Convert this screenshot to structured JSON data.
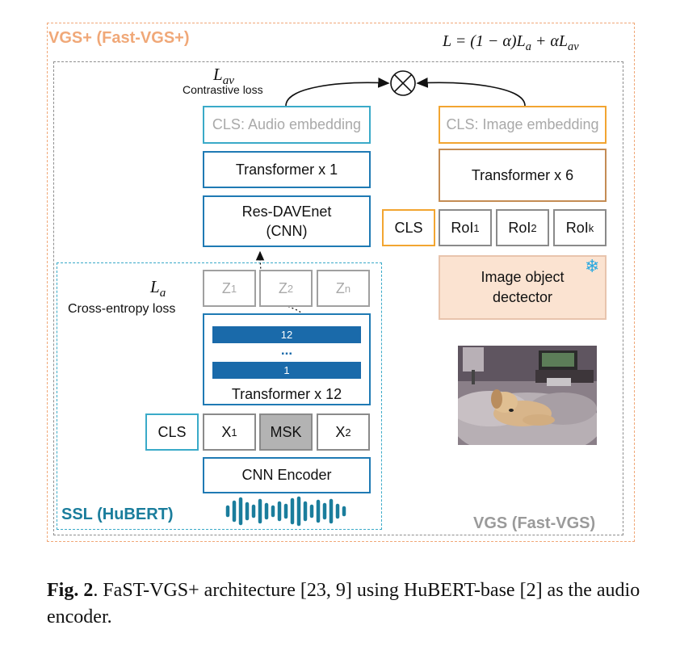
{
  "diagram": {
    "outer_label": "VGS+ (Fast-VGS+)",
    "loss_formula": "L = (1 − α)L",
    "loss_formula_sub_a": "a",
    "loss_formula_mid": " + αL",
    "loss_formula_sub_av": "av",
    "vgs_label": "VGS (Fast-VGS)",
    "ssl_label": "SSL (HuBERT)",
    "l_av_symbol": "L",
    "l_av_sub": "av",
    "contrastive_loss": "Contrastive loss",
    "l_a_symbol": "L",
    "l_a_sub": "a",
    "cross_entropy_loss": "Cross-entropy loss",
    "cls_audio_embedding": "CLS: Audio embedding",
    "cls_image_embedding": "CLS: Image embedding",
    "transformer_x1": "Transformer x 1",
    "transformer_x6": "Transformer x 6",
    "res_davenet_line1": "Res-DAVEnet",
    "res_davenet_line2": "(CNN)",
    "image_cls": "CLS",
    "roi_1": "RoI",
    "roi_1_sub": "1",
    "roi_2": "RoI",
    "roi_2_sub": "2",
    "roi_k": "RoI",
    "roi_k_sub": "k",
    "detector_line1": "Image object",
    "detector_line2": "dectector",
    "z1": "Z",
    "z1_sub": "1",
    "z2": "Z",
    "z2_sub": "2",
    "zn": "Z",
    "zn_sub": "n",
    "layer_12": "12",
    "layer_dots": "...",
    "layer_1": "1",
    "transformer_x12": "Transformer x 12",
    "audio_cls": "CLS",
    "x1": "X",
    "x1_sub": "1",
    "msk": "MSK",
    "x2": "X",
    "x2_sub": "2",
    "cnn_encoder": "CNN Encoder"
  },
  "caption": {
    "fig_label": "Fig. 2",
    "text": ". FaST-VGS+ architecture [23, 9] using HuBERT-base [2] as the audio encoder."
  },
  "colors": {
    "orange_dashed": "#f0a878",
    "dark_blue": "#1f7ab4",
    "teal": "#3aaac8",
    "ssl_label": "#1a7d9c",
    "orange_box": "#f2a531",
    "brown_box": "#c48c54",
    "detector_fill": "#fbe3d1",
    "msk_fill": "#b3b3b3",
    "snowflake": "#2aa8e0"
  },
  "icons": [
    "otimes-icon",
    "snowflake-icon",
    "waveform-icon",
    "dog-photo"
  ]
}
